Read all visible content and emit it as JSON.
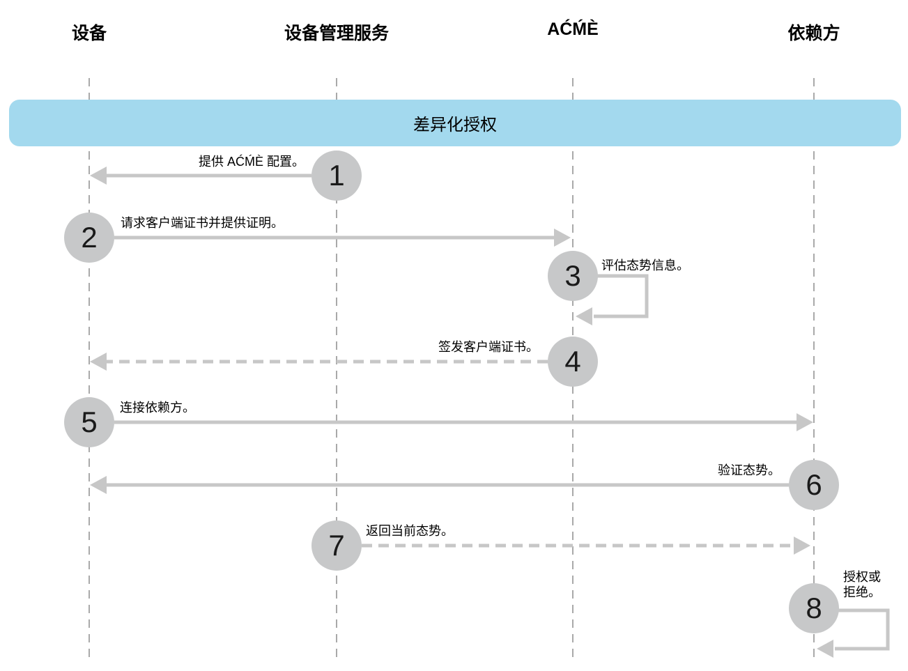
{
  "diagram": {
    "type": "sequence-diagram",
    "title": "差异化授权",
    "actors": [
      {
        "name": "设备"
      },
      {
        "name": "设备管理服务"
      },
      {
        "name": "AĆḾÈ"
      },
      {
        "name": "依赖方"
      }
    ],
    "steps": [
      {
        "num": "1",
        "label": "提供 AĆḾÈ 配置。",
        "from": "设备管理服务",
        "to": "设备",
        "line": "solid"
      },
      {
        "num": "2",
        "label": "请求客户端证书并提供证明。",
        "from": "设备",
        "to": "AĆḾÈ",
        "line": "solid"
      },
      {
        "num": "3",
        "label": "评估态势信息。",
        "from": "AĆḾÈ",
        "to": "AĆḾÈ",
        "line": "self-loop"
      },
      {
        "num": "4",
        "label": "签发客户端证书。",
        "from": "AĆḾÈ",
        "to": "设备",
        "line": "dashed"
      },
      {
        "num": "5",
        "label": "连接依赖方。",
        "from": "设备",
        "to": "依赖方",
        "line": "solid"
      },
      {
        "num": "6",
        "label": "验证态势。",
        "from": "依赖方",
        "to": "设备",
        "line": "solid"
      },
      {
        "num": "7",
        "label": "返回当前态势。",
        "from": "设备管理服务",
        "to": "依赖方",
        "line": "dashed"
      },
      {
        "num": "8",
        "label": "授权或拒绝。",
        "from": "依赖方",
        "to": "依赖方",
        "line": "self-loop"
      }
    ],
    "colors": {
      "banner_blue": "#a3d9ee",
      "arrow_gray": "#c7c7c7",
      "badge_gray": "#c7c8c9",
      "lifeline_gray": "#a9a9a9",
      "text": "#000000"
    }
  }
}
